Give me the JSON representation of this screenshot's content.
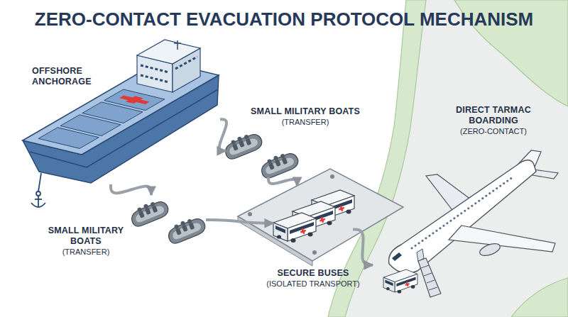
{
  "diagram": {
    "title": "ZERO-CONTACT EVACUATION PROTOCOL MECHANISM",
    "nodes": [
      {
        "text": [
          "OFFSHORE ANCHORAGE"
        ]
      },
      {
        "text": [
          "SMALL MILITARY BOATS",
          "(TRANSFER)"
        ]
      },
      {
        "text": [
          "SMALL MILITARY BOATS",
          "(TRANSFER)"
        ]
      },
      {
        "text": [
          "SECURE BUSES",
          "(ISOLATED TRANSPORT)"
        ]
      },
      {
        "text": [
          "DIRECT TARMAC BOARDING",
          "(ZERO-CONTACT)"
        ]
      }
    ],
    "edges": [
      {
        "from": 0,
        "to": 1,
        "arrow": "to"
      },
      {
        "from": 0,
        "to": 2,
        "arrow": "to"
      },
      {
        "from": 1,
        "to": 3,
        "arrow": "to"
      },
      {
        "from": 2,
        "to": 3,
        "arrow": "to"
      },
      {
        "from": 3,
        "to": 4,
        "arrow": "to"
      }
    ]
  }
}
